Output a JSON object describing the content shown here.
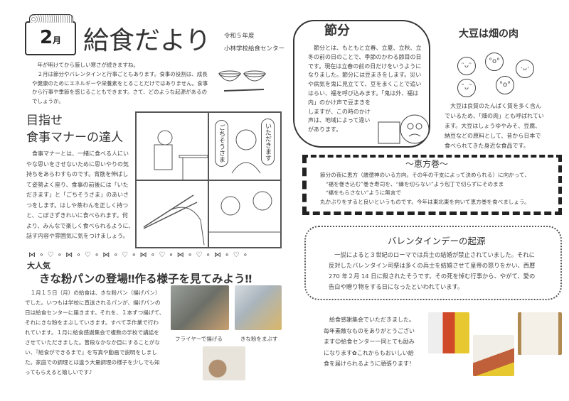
{
  "header": {
    "month": "2",
    "month_unit": "月",
    "title": "給食だより",
    "year": "令和５年度",
    "org": "小林学校給食センター"
  },
  "intro": [
    "　年が明けてから厳しい寒さが続きますね。",
    "　２月は節分やバレンタインと行事ごともあります。食事の役割は、成長",
    "や健康のためにエネルギーや栄養素をとることだけではありません。食事",
    "から行事や季節を感じることもできます。さて、どのような起源があるの",
    "でしょうか。"
  ],
  "manners": {
    "heading1": "目指せ",
    "heading2": "食事マナーの達人",
    "body": [
      "　食事マナーとは、一緒に食べる人にい",
      "やな思いをさせないために思いやりの気",
      "持ちをあらわすものです。背筋を伸ばし",
      "て姿勢よく座り、食事の前後には「いた",
      "だきます」と「ごちそうさま」のあいさ",
      "つをします。はしや茶わんを正しく持つ",
      "と、こぼさずきれいに食べられます。何",
      "より、みんなで楽しく食べられるように、",
      "話す内容や雰囲気に気をつけましょう。"
    ],
    "bubble1": "ごちそうさま",
    "bubble2": "いただきます"
  },
  "hearts_row": "⋈ ∘ ♡ ∘ ⋈ ∘ ♡ ∘ ⋈ ∘ ♡ ∘ ⋈ ∘ ♡ ∘ ⋈ ∘ ♡ ∘ ⋈ ∘ ♡ ∘",
  "kinako": {
    "badge": "大人気",
    "title": "きな粉パンの登場‼作る様子を見てみよう‼",
    "body": [
      "　１月１５日（月）の給食は、きな粉パン（揚げパン）",
      "でした。いつもは学校に直送されるパンが、揚げパンの",
      "日は給食センターに届きます。それを、１本ずつ揚げて、",
      "それにきな粉をまぶしていきます。すべて手作業で行わ",
      "れています。１月に給食感謝集会で複数の学校で講話を",
      "させていただきました。普段なかなか目にすることがな",
      "い、『給食ができるまで』を写真や動画で説明をしまし",
      "た。家庭での調理とは違う大量調理の様子を少しでも知",
      "ってもらえると嬉しいです♪"
    ],
    "caption1": "フライヤーで揚げる",
    "caption2": "きな粉をまぶす"
  },
  "setsubun": {
    "title": "節分",
    "body": [
      "　節分とは、もともと立春、立夏、立秋、立",
      "冬の前の日のことで、季節のかわる節目の日",
      "です。現在は立春の前の日だけをいうように",
      "なりました。節分には豆まきをします。災い",
      "や病気を鬼に見立てて、豆をまくことで追い",
      "はらい、福を呼び込みます。「鬼は外、福は",
      "内」のかけ声で豆まきを",
      "しますが、この時のかけ",
      "声は、地域によって違い",
      "があります。"
    ]
  },
  "daizu": {
    "title": "大豆は畑の肉",
    "body": [
      "　大豆は良質のたんぱく質を多く含ん",
      "でいるため、「畑の肉」とも呼ばれてい",
      "ます。大豆はしょうゆやみそ、豆腐、",
      "納豆などの原料として、昔から日本で",
      "食べられてきた身近な食品です。"
    ]
  },
  "ehomaki": {
    "title": "～恵方巻～",
    "body": [
      "節分の夜に恵方（歳徳神のいる方向。その年の干支によって決められる）に向かって、",
      "　“福を巻き込む”巻き寿司を、“縁を切らない”よう包丁で切らずにそのまま",
      "　“福をもらさない”ように無言で",
      "丸かぶりをすると良いというものです。今年は東北東を向いて恵方巻を食べましょう。"
    ]
  },
  "valentine": {
    "title": "バレンタインデーの起源",
    "body": [
      "　一説によると３世紀のローマでは兵士の結婚が禁止されていました。それに",
      "反対したバレンタイン司祭は多くの兵士を結婚させて皇帝の怒りをかい、西暦",
      "270 年２月 14 日に殺されたそうです。その死を悼む行事から、やがて、愛の",
      "告白や贈り物をする日になったといわれています。"
    ]
  },
  "thanks": {
    "body": [
      "　給食感謝集会でいただきました。",
      "毎年素敵なものをありがとうござい",
      "ます☺給食センター一同とても励み",
      "になります✿これからもおいしい給",
      "食を届けられるように頑張ります！"
    ]
  },
  "colors": {
    "ink": "#333333",
    "photo_steel": "#8a8f86",
    "photo_food": "#c9a070",
    "poster_red": "#d04a2a",
    "poster_yellow": "#e8c830"
  }
}
